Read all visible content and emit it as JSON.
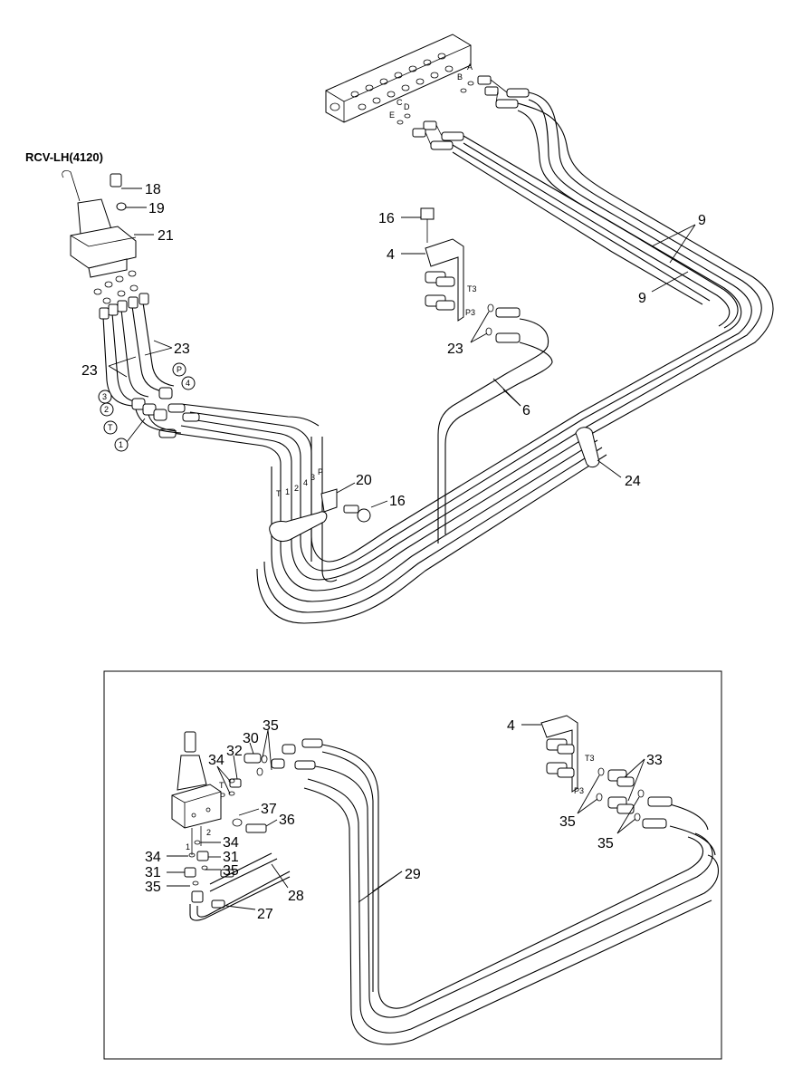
{
  "title": "RCV-LH(4120)",
  "main_labels": [
    "18",
    "19",
    "21",
    "16",
    "4",
    "23",
    "23",
    "23",
    "9",
    "9",
    "6",
    "24",
    "20",
    "16"
  ],
  "port_labels": [
    "A",
    "B",
    "C",
    "D",
    "E",
    "T3",
    "P3",
    "T",
    "1",
    "2",
    "4",
    "3",
    "P"
  ],
  "circled_ports": [
    "3",
    "2",
    "T",
    "1",
    "P",
    "4"
  ],
  "inset_labels": [
    "35",
    "30",
    "32",
    "34",
    "37",
    "36",
    "34",
    "34",
    "31",
    "31",
    "35",
    "35",
    "28",
    "27",
    "29",
    "4",
    "33",
    "35",
    "35"
  ],
  "inset_port_labels": [
    "T",
    "P",
    "1",
    "2",
    "T3",
    "P3"
  ]
}
